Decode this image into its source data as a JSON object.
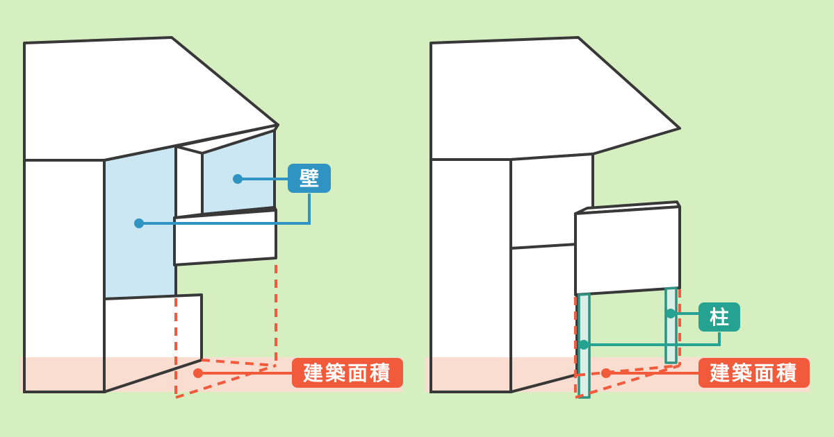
{
  "background_color": "#d6efc1",
  "illustration": {
    "left": {
      "wall_label": "壁",
      "building_area_label": "建築面積"
    },
    "right": {
      "pillar_label": "柱",
      "building_area_label": "建築面積"
    }
  },
  "colors": {
    "outline": "#383838",
    "wall_highlight": "#cbe7f3",
    "wall_badge": "#2f94c1",
    "pillar_highlight": "#daf0e6",
    "pillar_badge": "#26a293",
    "building_area_badge": "#f15a3b",
    "dashed_line": "#f15a3b",
    "ground_strip": "#f9ddd1"
  }
}
